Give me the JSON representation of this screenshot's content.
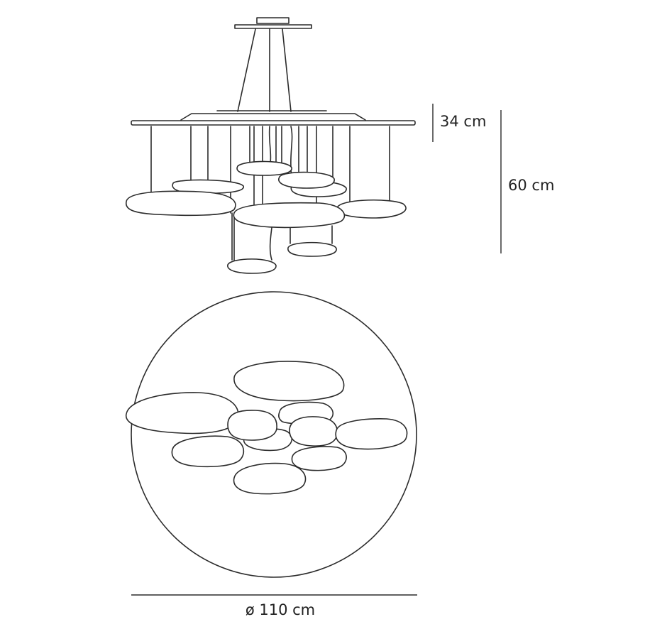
{
  "dimensions": {
    "height_small": "34 cm",
    "height_total": "60 cm",
    "diameter": "ø 110 cm"
  },
  "colors": {
    "line": "#2b2b2b",
    "background": "#ffffff"
  }
}
